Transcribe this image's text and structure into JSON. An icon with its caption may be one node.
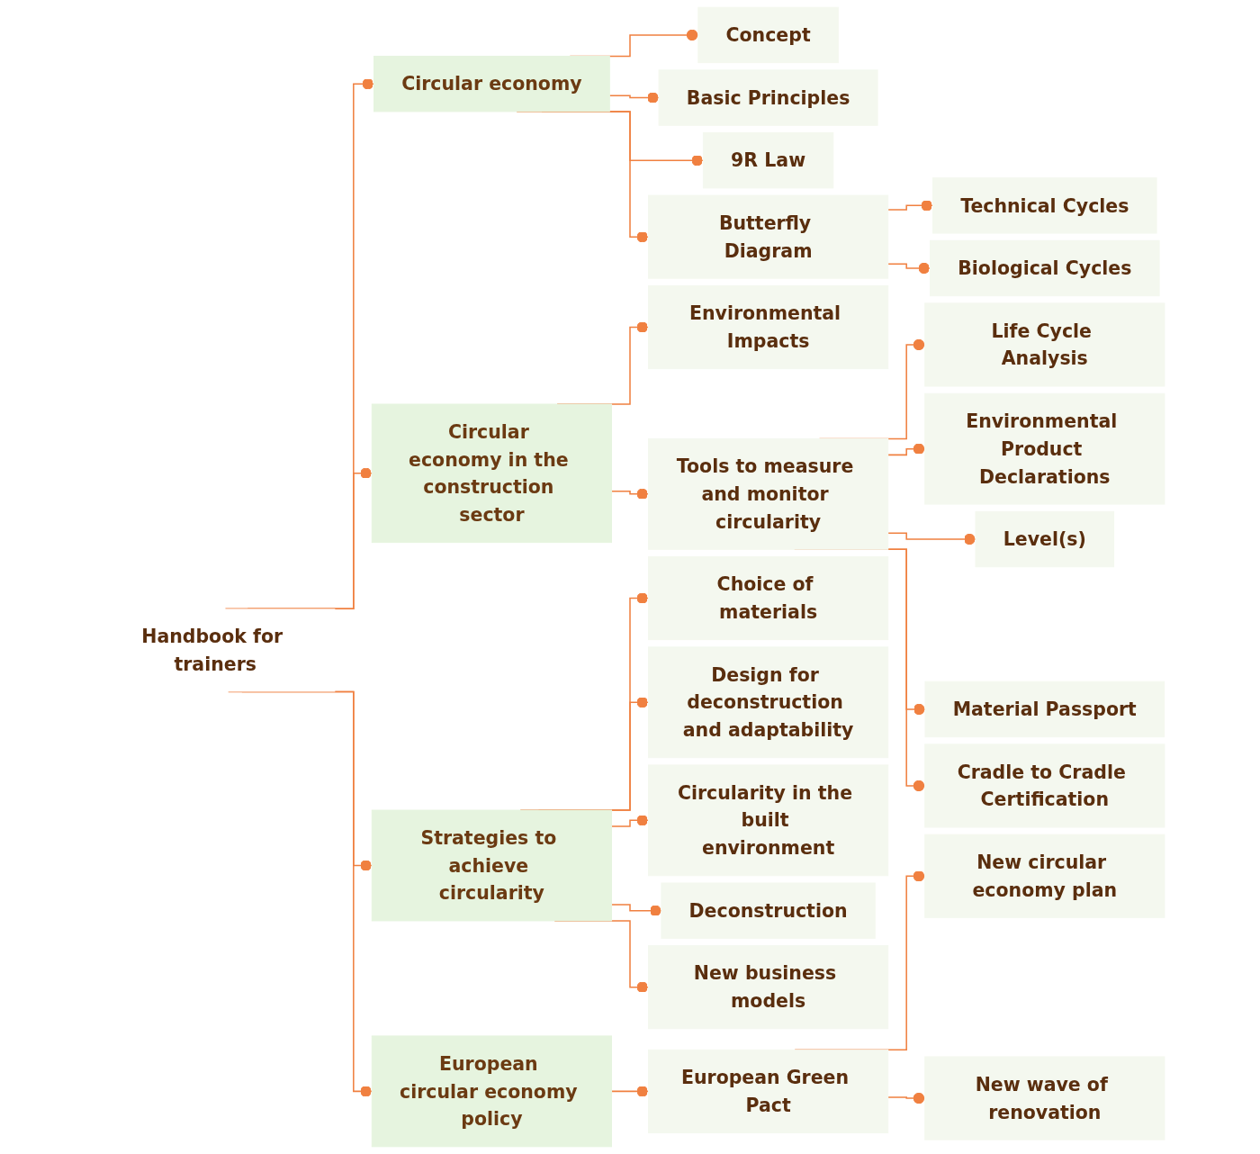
{
  "diagram": {
    "nodes": [
      {
        "text": [
          "Handbook for trainers"
        ]
      },
      {
        "text": [
          "Circular economy"
        ]
      },
      {
        "text": [
          "Concept"
        ]
      },
      {
        "text": [
          "Basic Principles"
        ]
      },
      {
        "text": [
          "9R Law"
        ]
      },
      {
        "text": [
          "Butterfly Diagram"
        ]
      },
      {
        "text": [
          "Technical Cycles"
        ]
      },
      {
        "text": [
          "Biological Cycles"
        ]
      },
      {
        "text": [
          "Circular economy in the construction sector"
        ]
      },
      {
        "text": [
          "Environmental Impacts"
        ]
      },
      {
        "text": [
          "Tools to measure and monitor circularity"
        ]
      },
      {
        "text": [
          "Life Cycle Analysis"
        ]
      },
      {
        "text": [
          "Environmental Product Declarations"
        ]
      },
      {
        "text": [
          "Level(s)"
        ]
      },
      {
        "text": [
          "Material Passport"
        ]
      },
      {
        "text": [
          "Cradle to Cradle Certification"
        ]
      },
      {
        "text": [
          "Strategies to achieve circularity"
        ]
      },
      {
        "text": [
          "Choice of materials"
        ]
      },
      {
        "text": [
          "Design for deconstruction and adaptability"
        ]
      },
      {
        "text": [
          "Circularity in the built environment"
        ]
      },
      {
        "text": [
          "Deconstruction"
        ]
      },
      {
        "text": [
          "New business models"
        ]
      },
      {
        "text": [
          "European circular economy policy"
        ]
      },
      {
        "text": [
          "European Green Pact"
        ]
      },
      {
        "text": [
          "New circular economy plan"
        ]
      },
      {
        "text": [
          "New wave of renovation"
        ]
      }
    ],
    "edges": [
      {
        "from": 0,
        "to": 1,
        "arrow": "other"
      },
      {
        "from": 0,
        "to": 8,
        "arrow": "other"
      },
      {
        "from": 0,
        "to": 16,
        "arrow": "other"
      },
      {
        "from": 0,
        "to": 22,
        "arrow": "other"
      },
      {
        "from": 1,
        "to": 2,
        "arrow": "other"
      },
      {
        "from": 1,
        "to": 3,
        "arrow": "other"
      },
      {
        "from": 1,
        "to": 4,
        "arrow": "other"
      },
      {
        "from": 1,
        "to": 5,
        "arrow": "other"
      },
      {
        "from": 5,
        "to": 6,
        "arrow": "other"
      },
      {
        "from": 5,
        "to": 7,
        "arrow": "other"
      },
      {
        "from": 8,
        "to": 9,
        "arrow": "other"
      },
      {
        "from": 8,
        "to": 10,
        "arrow": "other"
      },
      {
        "from": 10,
        "to": 11,
        "arrow": "other"
      },
      {
        "from": 10,
        "to": 12,
        "arrow": "other"
      },
      {
        "from": 10,
        "to": 13,
        "arrow": "other"
      },
      {
        "from": 10,
        "to": 14,
        "arrow": "other"
      },
      {
        "from": 10,
        "to": 15,
        "arrow": "other"
      },
      {
        "from": 16,
        "to": 17,
        "arrow": "other"
      },
      {
        "from": 16,
        "to": 18,
        "arrow": "other"
      },
      {
        "from": 16,
        "to": 19,
        "arrow": "other"
      },
      {
        "from": 16,
        "to": 20,
        "arrow": "other"
      },
      {
        "from": 16,
        "to": 21,
        "arrow": "other"
      },
      {
        "from": 22,
        "to": 23,
        "arrow": "other"
      },
      {
        "from": 23,
        "to": 24,
        "arrow": "other"
      },
      {
        "from": 23,
        "to": 25,
        "arrow": "other"
      }
    ]
  }
}
